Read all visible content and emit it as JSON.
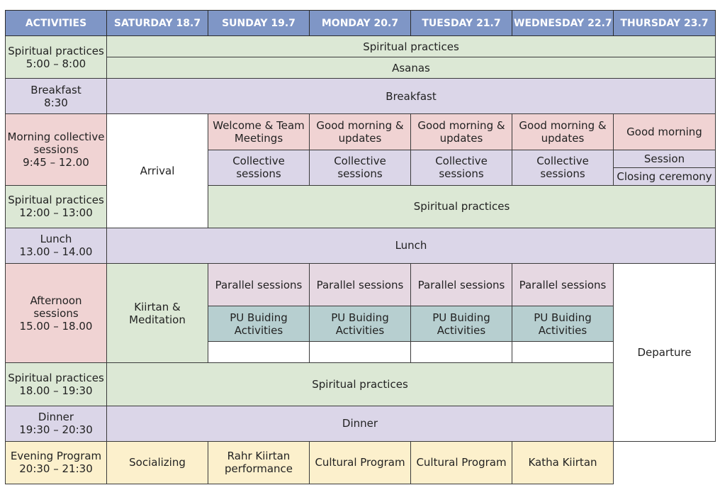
{
  "header": {
    "activities": "ACTIVITIES",
    "days": [
      "SATURDAY 18.7",
      "SUNDAY 19.7",
      "MONDAY 20.7",
      "TUESDAY 21.7",
      "WEDNESDAY 22.7",
      "THURSDAY 23.7"
    ]
  },
  "rows": {
    "spiritual_morning": {
      "label": "Spiritual practices",
      "time": "5:00 – 8:00",
      "cell1": "Spiritual practices",
      "cell2": "Asanas"
    },
    "breakfast": {
      "label": "Breakfast",
      "time": "8:30",
      "cell": "Breakfast"
    },
    "morning": {
      "label": "Morning collective sessions",
      "time": "9:45 – 12.00",
      "arrival": "Arrival",
      "sunday_top": "Welcome & Team Meetings",
      "good_morning_updates": "Good morning & updates",
      "collective": "Collective sessions",
      "thursday_top": "Good morning",
      "thursday_session": "Session",
      "thursday_closing": "Closing ceremony"
    },
    "spiritual_noon": {
      "label": "Spiritual practices",
      "time": "12:00 – 13:00",
      "cell": "Spiritual practices"
    },
    "lunch": {
      "label": "Lunch",
      "time": "13.00 – 14.00",
      "cell": "Lunch"
    },
    "afternoon": {
      "label": "Afternoon sessions",
      "time": "15.00 – 18.00",
      "kiirtan": "Kiirtan & Meditation",
      "parallel": "Parallel sessions",
      "pu": "PU Buiding Activities",
      "departure": "Departure"
    },
    "spiritual_evening": {
      "label": "Spiritual practices",
      "time": "18.00 – 19:30",
      "cell": "Spiritual practices"
    },
    "dinner": {
      "label": "Dinner",
      "time": "19:30 – 20:30",
      "cell": "Dinner"
    },
    "evening": {
      "label": "Evening Program",
      "time": "20:30 – 21:30",
      "saturday": "Socializing",
      "sunday": "Rahr Kiirtan performance",
      "monday": "Cultural Program",
      "tuesday": "Cultural Program",
      "wednesday": "Katha Kiirtan"
    }
  }
}
